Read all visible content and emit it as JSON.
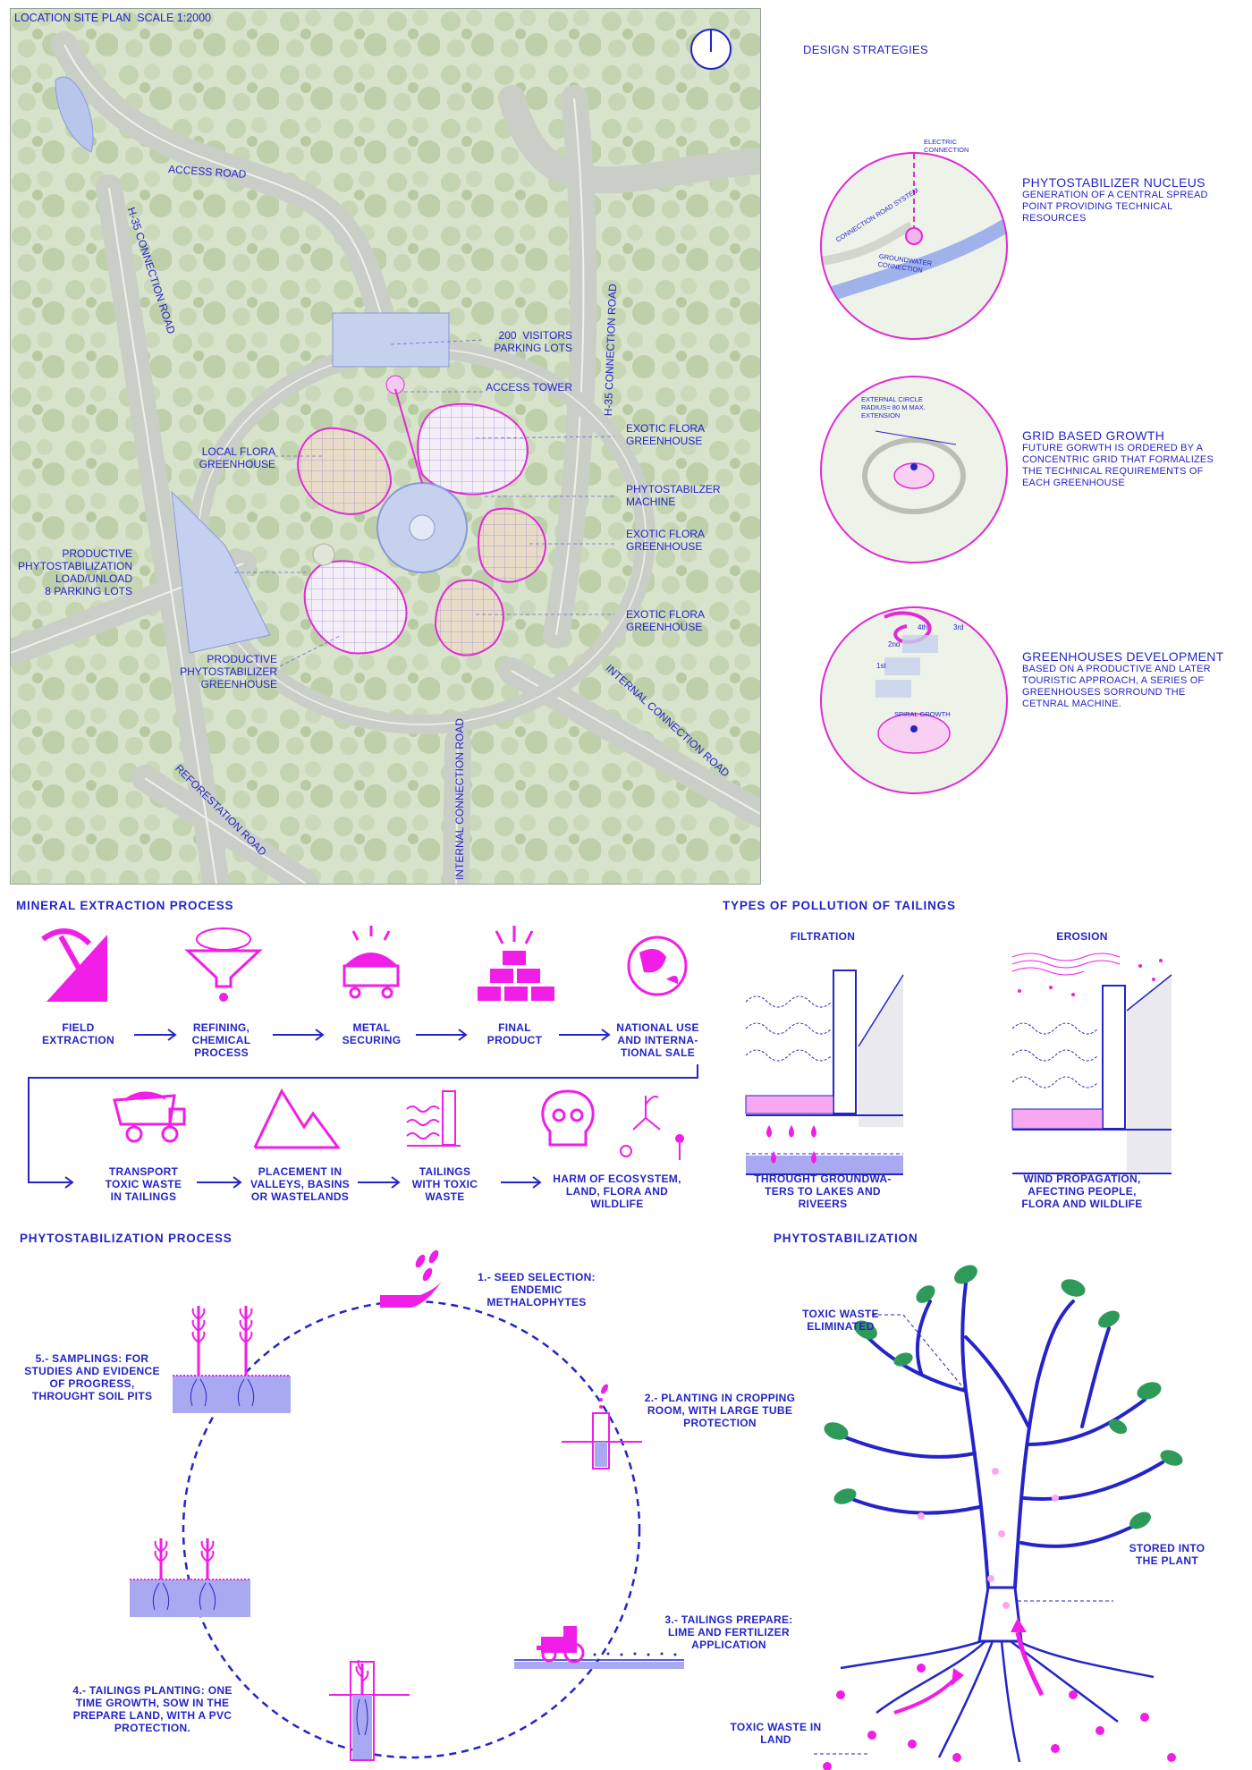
{
  "site_plan": {
    "title": "LOCATION SITE PLAN  SCALE 1:2000",
    "labels": {
      "access_road": "ACCESS ROAD",
      "h35_left": "H-35 CONNECTION ROAD",
      "h35_right": "H-35 CONNECTION ROAD",
      "visitors_parking": "200  VISITORS\nPARKING LOTS",
      "access_tower": "ACCESS TOWER",
      "local_flora": "LOCAL FLORA\nGREENHOUSE",
      "exotic_flora_1": "EXOTIC FLORA\nGREENHOUSE",
      "phyto_machine": "PHYTOSTABILZER\nMACHINE",
      "exotic_flora_2": "EXOTIC FLORA\nGREENHOUSE",
      "productive_load": "PRODUCTIVE\nPHYTOSTABILIZATION\nLOAD/UNLOAD\n8 PARKING LOTS",
      "exotic_flora_3": "EXOTIC FLORA\nGREENHOUSE",
      "productive_greenhouse": "PRODUCTIVE\nPHYTOSTABILIZER\nGREENHOUSE",
      "internal_road_right": "INTERNAL CONNECTION ROAD",
      "internal_road_center": "INTERNAL CONNECTION ROAD",
      "reforestation_road": "REFORESTATION ROAD"
    }
  },
  "design_strategies": {
    "heading": "DESIGN STRATEGIES",
    "items": [
      {
        "title": "PHYTOSTABILIZER NUCLEUS",
        "text": "GENERATION OF A CENTRAL SPREAD POINT PROVIDING TECHNICAL RESOURCES",
        "diagram_labels": [
          "ELECTRIC\nCONNECTION",
          "CONNECTION ROAD SYSTEM",
          "GROUNDWATER\nCONNECTION"
        ]
      },
      {
        "title": "GRID BASED GROWTH",
        "text": "FUTURE GORWTH IS ORDERED BY A CONCENTRIC GRID THAT FORMALIZES THE TECHNICAL REQUIREMENTS OF EACH GREENHOUSE",
        "diagram_labels": [
          "EXTERNAL CIRCLE\nRADIUS= 80 M MAX.\nEXTENSION"
        ]
      },
      {
        "title": "GREENHOUSES DEVELOPMENT",
        "text": "BASED ON A PRODUCTIVE AND LATER TOURISTIC APPROACH, A SERIES OF GREENHOUSES SORROUND THE CETNRAL MACHINE.",
        "diagram_labels": [
          "4th",
          "3rd",
          "2nd",
          "1st",
          "SPIRAL GROWTH"
        ]
      }
    ]
  },
  "mineral_extraction": {
    "heading": "MINERAL EXTRACTION PROCESS",
    "row1": [
      {
        "label": "FIELD\nEXTRACTION",
        "icon": "pickaxe-icon"
      },
      {
        "label": "REFINING,\nCHEMICAL\nPROCESS",
        "icon": "funnel-icon"
      },
      {
        "label": "METAL\nSECURING",
        "icon": "mine-cart-icon"
      },
      {
        "label": "FINAL\nPRODUCT",
        "icon": "gold-bars-icon"
      },
      {
        "label": "NATIONAL USE\nAND INTERNA-\nTIONAL SALE",
        "icon": "globe-icon"
      }
    ],
    "row2": [
      {
        "label": "TRANSPORT\nTOXIC WASTE\nIN TAILINGS",
        "icon": "dump-truck-icon"
      },
      {
        "label": "PLACEMENT IN\nVALLEYS, BASINS\nOR WASTELANDS",
        "icon": "mountains-icon"
      },
      {
        "label": "TAILINGS\nWITH TOXIC\nWASTE",
        "icon": "tailings-dam-icon"
      },
      {
        "label": "HARM OF ECOSYSTEM,\nLAND, FLORA AND\nWILDLIFE",
        "icon": "skull-icon"
      }
    ]
  },
  "pollution": {
    "heading": "TYPES OF POLLUTION OF TAILINGS",
    "filtration": {
      "title": "FILTRATION",
      "caption": "THROUGHT GROUNDWA-\nTERS TO LAKES AND\nRIVEERS"
    },
    "erosion": {
      "title": "EROSION",
      "caption": "WIND PROPAGATION,\nAFECTING PEOPLE,\nFLORA AND WILDLIFE"
    }
  },
  "phyto_process": {
    "heading": "PHYTOSTABILIZATION PROCESS",
    "steps": [
      "1.- SEED SELECTION:\nENDEMIC\nMETHALOPHYTES",
      "2.- PLANTING IN CROPPING\nROOM, WITH LARGE TUBE\nPROTECTION",
      "3.- TAILINGS PREPARE:\nLIME AND FERTILIZER\nAPPLICATION",
      "4.- TAILINGS PLANTING: ONE\nTIME GROWTH, SOW IN THE\nPREPARE LAND, WITH A PVC\nPROTECTION.",
      "5.- SAMPLINGS: FOR\nSTUDIES AND EVIDENCE\nOF PROGRESS,\nTHROUGHT SOIL PITS"
    ]
  },
  "phytostabilization": {
    "heading": "PHYTOSTABILIZATION",
    "labels": {
      "toxic_eliminated": "TOXIC WASTE\nELIMINATED",
      "stored": "STORED INTO\nTHE PLANT",
      "toxic_land": "TOXIC WASTE IN\nLAND"
    }
  },
  "colors": {
    "blue": "#2424c8",
    "magenta": "#f01ee6",
    "lavender": "#8f8ff0",
    "pink": "#f7a8f0",
    "green": "#2e9a5a"
  }
}
